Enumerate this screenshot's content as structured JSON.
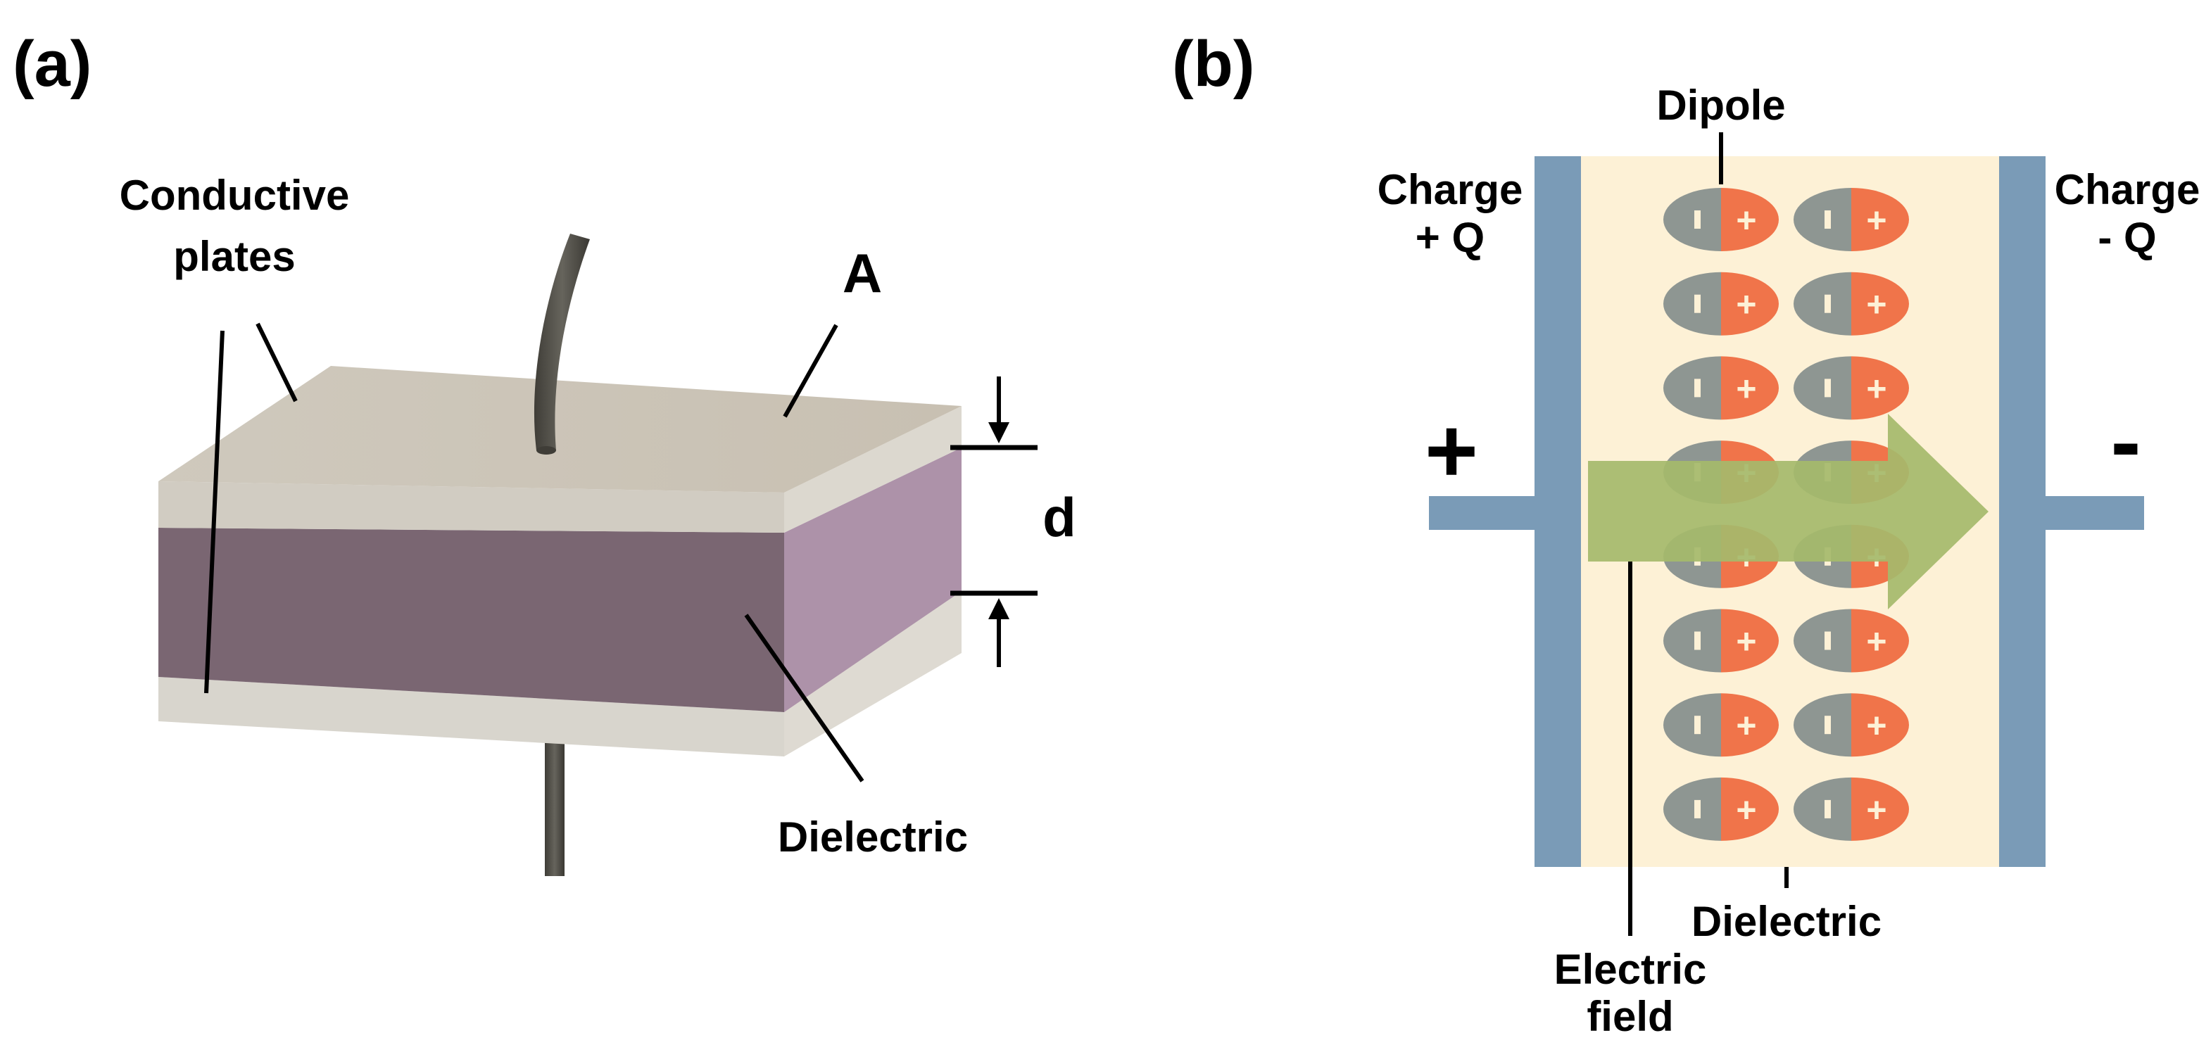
{
  "panel_a": {
    "label": "(a)",
    "conductive_plates_line1": "Conductive",
    "conductive_plates_line2": "plates",
    "area_label": "A",
    "distance_label": "d",
    "dielectric_label": "Dielectric"
  },
  "panel_b": {
    "label": "(b)",
    "dipole_label": "Dipole",
    "charge_pos_line1": "Charge",
    "charge_pos_line2": "+ Q",
    "charge_neg_line1": "Charge",
    "charge_neg_line2": "- Q",
    "plus_terminal": "+",
    "minus_terminal": "-",
    "dielectric_label": "Dielectric",
    "field_line1": "Electric",
    "field_line2": "field",
    "dipole_negative_sign": "-",
    "dipole_positive_sign": "+",
    "dipole_rows": 8,
    "dipole_cols": 2
  },
  "colors": {
    "plate_blue": "#7a9bb7",
    "dielectric_fill": "#fdf1d6",
    "dipole_negative": "#8e9692",
    "dipole_positive": "#f0744a",
    "field_arrow": "#a5ba6b",
    "plate_top": "#cdc6b9",
    "plate_side": "#dcd8cf",
    "dielectric_front": "#7a6672",
    "dielectric_side": "#ad92a9",
    "lead_wire": "#55534c"
  }
}
